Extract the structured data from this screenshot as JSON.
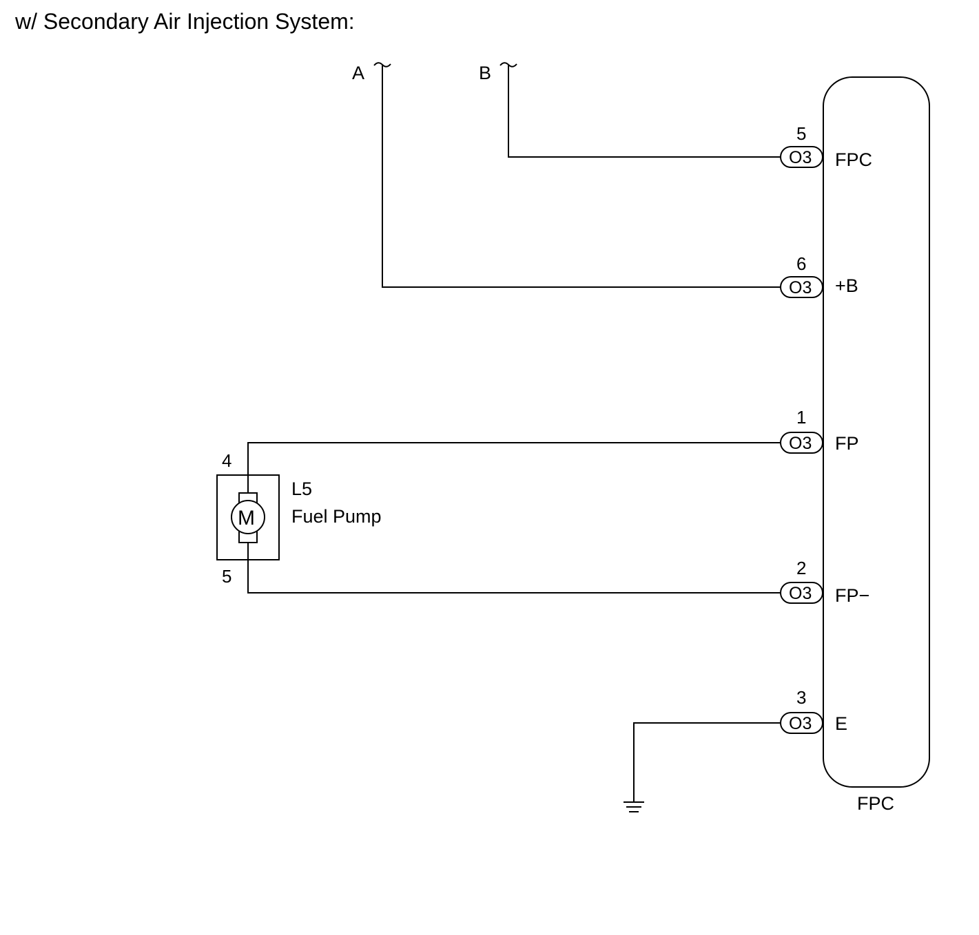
{
  "heading": "w/ Secondary Air Injection System:",
  "wire_ends": {
    "a": "A",
    "b": "B"
  },
  "ecu": {
    "name": "FPC",
    "pins": [
      {
        "number": "5",
        "connector": "O3",
        "terminal": "FPC"
      },
      {
        "number": "6",
        "connector": "O3",
        "terminal": "+B"
      },
      {
        "number": "1",
        "connector": "O3",
        "terminal": "FP"
      },
      {
        "number": "2",
        "connector": "O3",
        "terminal": "FP−"
      },
      {
        "number": "3",
        "connector": "O3",
        "terminal": "E"
      }
    ]
  },
  "fuel_pump": {
    "code": "L5",
    "name": "Fuel Pump",
    "symbol": "M",
    "pin_top": "4",
    "pin_bottom": "5"
  },
  "icons": {
    "ground": "ground-icon",
    "motor": "motor-icon",
    "wire_break": "wire-break-icon"
  }
}
